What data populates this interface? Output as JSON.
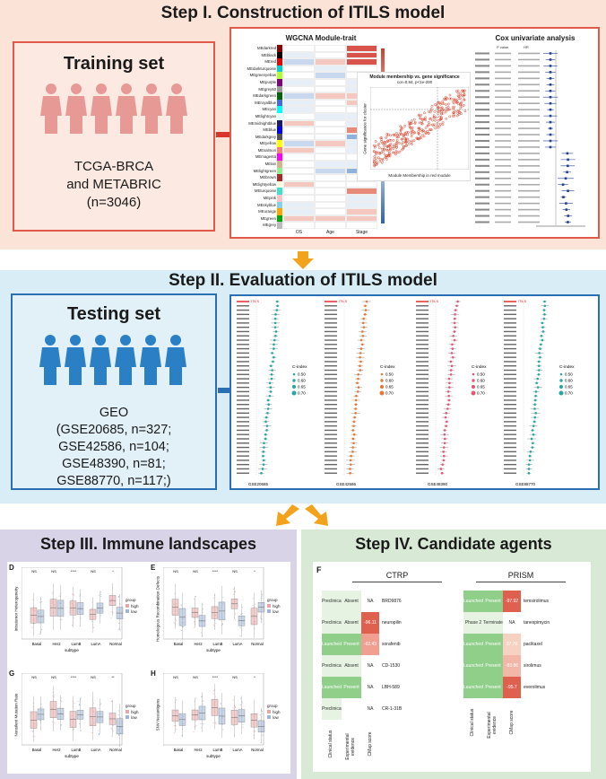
{
  "step1": {
    "title": "Step I. Construction of ITILS model",
    "training_title": "Training set",
    "training_lines": [
      "TCGA-BRCA",
      "and METABRIC",
      "(n=3046)"
    ],
    "wgcna_title": "WGCNA Module-trait",
    "wgcna_modules": [
      "MEdarkred",
      "MEblack",
      "MEred",
      "MEdarkturquoise",
      "MEgreenyellow",
      "MEpurple",
      "MEgrey60",
      "MEdarkgreen",
      "MEroyalblue",
      "MEcyan",
      "MElightcyan",
      "MEmidnightblue",
      "MEblue",
      "MEdarkgrey",
      "MEyellow",
      "MEsalmon",
      "MEmagenta",
      "MEtan",
      "MElightgreen",
      "MEbrown",
      "MElightyellow",
      "MEturquoise",
      "MEpink",
      "MEskyblue",
      "MEorange",
      "MEgreen",
      "MEgrey"
    ],
    "wgcna_traits": [
      "OS",
      "Age",
      "Stage"
    ],
    "scatter_title": "Module membership vs. gene significance",
    "scatter_subtitle": "cor=0.84, p<1e-200",
    "scatter_xlabel": "Module Membership in red module",
    "scatter_ylabel": "Gene significance for cluster",
    "cox_title": "Cox univariate analysis",
    "cox_cols": [
      "P value",
      "HR"
    ]
  },
  "step2": {
    "title": "Step II. Evaluation of ITILS model",
    "testing_title": "Testing set",
    "testing_lines": [
      "GEO",
      "(GSE20685, n=327;",
      "GSE42586, n=104;",
      "GSE48390, n=81;",
      "GSE88770, n=117;)"
    ],
    "forest_xlabels": [
      "GSE20685",
      "GSE42586",
      "GSE48390",
      "GSE88770"
    ],
    "legend_title": "C-index",
    "legend_values": [
      "0.50",
      "0.60",
      "0.65",
      "0.70"
    ],
    "top_label": "ITILS"
  },
  "step3": {
    "title": "Step III. Immune landscapes",
    "panels": [
      {
        "letter": "D",
        "ylabel": "Intratumor Heterogeneity",
        "sig": [
          "NS",
          "NS",
          "****",
          "NS",
          "*"
        ]
      },
      {
        "letter": "E",
        "ylabel": "Homologous Recombination Defects",
        "sig": [
          "NS",
          "NS",
          "****",
          "NS",
          "*"
        ]
      },
      {
        "letter": "G",
        "ylabel": "Nonsilent Mutation Rate",
        "sig": [
          "NS",
          "NS",
          "****",
          "NS",
          "**"
        ]
      },
      {
        "letter": "H",
        "ylabel": "SNV Neoantigens",
        "sig": [
          "NS",
          "NS",
          "****",
          "NS",
          "*"
        ]
      }
    ],
    "xlabel": "subtype",
    "subtypes": [
      "Basal",
      "Her2",
      "LumB",
      "LumA",
      "Normal"
    ],
    "legend_title": "group",
    "legend_items": [
      "high",
      "low"
    ],
    "colors": {
      "high": "#e8a6a6",
      "low": "#9db4d6"
    }
  },
  "step4": {
    "title": "Step IV. Candidate agents",
    "letter": "F",
    "ctrp_label": "CTRP",
    "prism_label": "PRISM",
    "ctrp_rows": [
      {
        "status": "Preclinical",
        "evidence": "Absent",
        "score": "NA",
        "drug": "BRD9876"
      },
      {
        "status": "Preclinical",
        "evidence": "Absent",
        "score": "-96.11",
        "drug": "neuropilin"
      },
      {
        "status": "Launched",
        "evidence": "Present",
        "score": "-92.43",
        "drug": "sorafenib"
      },
      {
        "status": "Preclinical",
        "evidence": "Absent",
        "score": "NA",
        "drug": "CD-1530"
      },
      {
        "status": "Launched",
        "evidence": "Present",
        "score": "NA",
        "drug": "LBH-589"
      },
      {
        "status": "Preclinical",
        "evidence": "",
        "score": "NA",
        "drug": "CR-1-31B"
      }
    ],
    "prism_rows": [
      {
        "status": "Launched",
        "evidence": "Present",
        "score": "-97.92",
        "drug": "temsirolimus"
      },
      {
        "status": "Phase 2",
        "evidence": "Terminated",
        "score": "NA",
        "drug": "tanespimycin"
      },
      {
        "status": "Launched",
        "evidence": "Present",
        "score": "37.76",
        "drug": "paclitaxel"
      },
      {
        "status": "Launched",
        "evidence": "Present",
        "score": "-83.86",
        "drug": "sirolimus"
      },
      {
        "status": "Launched",
        "evidence": "Present",
        "score": "-95.7",
        "drug": "everolimus"
      }
    ],
    "col_labels": [
      "Clinical status",
      "Experimental evidence",
      "CMap score"
    ],
    "prism_col_labels": [
      "Clinical status",
      "Experimental evidence",
      "CMap score"
    ]
  }
}
